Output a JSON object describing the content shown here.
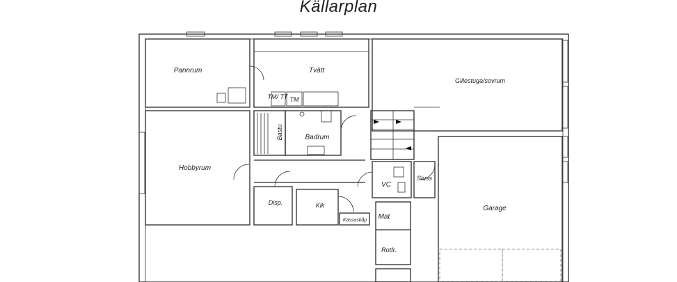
{
  "plan": {
    "title": "Källarplan",
    "rooms": {
      "pannrum": "Pannrum",
      "tvatt": "Tvätt",
      "gillestuga": "Gillestuga/sovrum",
      "tm_tt": "TM/\nTT",
      "tm": "TM",
      "bastu": "Bastu",
      "badrum": "Badrum",
      "hobbyrum": "Hobbyrum",
      "vc": "VC",
      "sluss": "Sluss",
      "garage": "Garage",
      "disp": "Disp.",
      "klk": "Klk",
      "kassaskap": "Kassaskåp",
      "mat": "Mat",
      "rotfr": "Rotfr."
    }
  }
}
